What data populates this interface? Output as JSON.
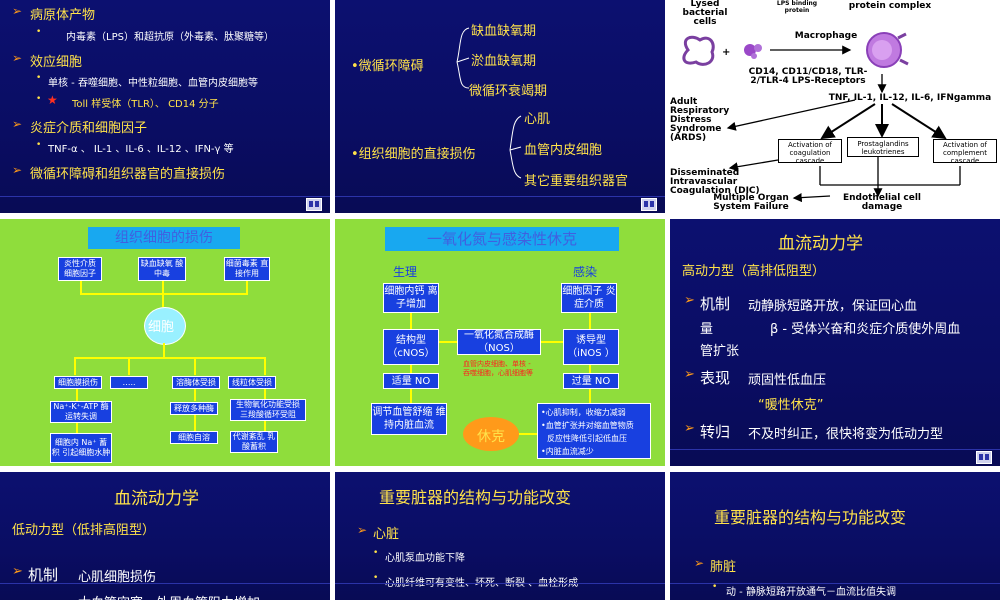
{
  "s1": {
    "b1": "病原体产物",
    "b1a": "内毒素（LPS）和超抗原（外毒素、肽聚糖等）",
    "b2": "效应细胞",
    "b2a": "单核 - 吞噬细胞、中性粒细胞、血管内皮细胞等",
    "b2b": "Toll 样受体（TLR）、 CD14 分子",
    "b3": "炎症介质和细胞因子",
    "b3a": "TNF-α 、 IL-1 、IL-6 、IL-12 、IFN-γ 等",
    "b4": "微循环障碍和组织器官的直接损伤"
  },
  "s2": {
    "left1": "•微循环障碍",
    "r1": "缺血缺氧期",
    "r2": "淤血缺氧期",
    "r3": "微循环衰竭期",
    "left2": "•组织细胞的直接损伤",
    "r4": "心肌",
    "r5": "血管内皮细胞",
    "r6": "其它重要组织器官"
  },
  "s3": {
    "t_lysed": "Lysed bacterial cells",
    "t_lps": "LPS binding protein",
    "t_complex": "protein complex",
    "t_macro": "Macrophage",
    "t_cd14": "CD14, CD11/CD18, TLR-2/TLR-4 LPS-Receptors",
    "t_tnf": "TNF, IL-1, IL-12, IL-6, IFNgamma",
    "t_ards": "Adult Respiratory Distress Syndrome (ARDS)",
    "t_coag": "Activation of coagulation cascade",
    "t_prost": "Prostaglandins leukotrienes",
    "t_compl": "Activation of complement cascade",
    "t_dic": "Disseminated Intravascular Coagulation (DIC)",
    "t_mosf": "Multiple Organ System Failure",
    "t_endo": "Endothelial cell damage"
  },
  "s4": {
    "title": "组织细胞的损伤",
    "top1": "炎性介质 细胞因子",
    "top2": "缺血缺氧 酸中毒",
    "top3": "细菌毒素 直接作用",
    "center": "细胞",
    "m1": "细胞膜损伤",
    "m2": "…..",
    "m3": "溶酶体受损",
    "m4": "线粒体受损",
    "n1": "Na⁺-K⁺-ATP 酶 运转失调",
    "n3": "释放多种酶",
    "n4": "生物氧化功能受损 三羧酸循环受阻",
    "o1": "细胞内 Na⁺ 蓄积 引起细胞水肿",
    "o3": "细胞自溶",
    "o4": "代谢紊乱 乳酸蓄积"
  },
  "s5": {
    "title": "一氧化氮与感染性休克",
    "h1": "生理",
    "h2": "感染",
    "a1": "细胞内钙 离子增加",
    "a2": "细胞因子 炎症介质",
    "b1": "结构型 （cNOS）",
    "bm": "一氧化氮合成酶 （NOS）",
    "b2": "诱导型 （iNOS ）",
    "note": "血管内皮细胞、单核 - 吞噬细胞，心肌细胞等",
    "c1": "适量 NO",
    "c2": "过量 NO",
    "d1": "调节血管舒缩 维持内脏血流",
    "shock": "休克",
    "d2a": "•心肌抑制，收缩力减弱",
    "d2b": "•血管扩张并对缩血管物质",
    "d2c": "反应性降低引起低血压",
    "d2d": "•内脏血流减少"
  },
  "s6": {
    "title": "血流动力学",
    "sub": "高动力型（高排低阻型）",
    "l1k": "机制",
    "l1v": "动静脉短路开放，保证回心血",
    "l2a": "量",
    "l2b": "β - 受体兴奋和炎症介质使外周血",
    "l3": "管扩张",
    "l4k": "表现",
    "l4v": "顽固性低血压",
    "l5": "“暖性休克”",
    "l6k": "转归",
    "l6v": "不及时纠正，很快将变为低动力型"
  },
  "s7": {
    "title": "血流动力学",
    "sub": "低动力型（低排高阻型）",
    "l1k": "机制",
    "l1v": "心肌细胞损伤",
    "l2": "大血管空塞，外周血管阻力增加"
  },
  "s8": {
    "title": "重要脏器的结构与功能改变",
    "h": "心脏",
    "i1": "心肌泵血功能下降",
    "i2": "心肌纤维可有变性、坏死、断裂 、血栓形成"
  },
  "s9": {
    "title": "重要脏器的结构与功能改变",
    "h": "肺脏",
    "i1": "动 - 静脉短路开放通气－血流比值失调"
  }
}
